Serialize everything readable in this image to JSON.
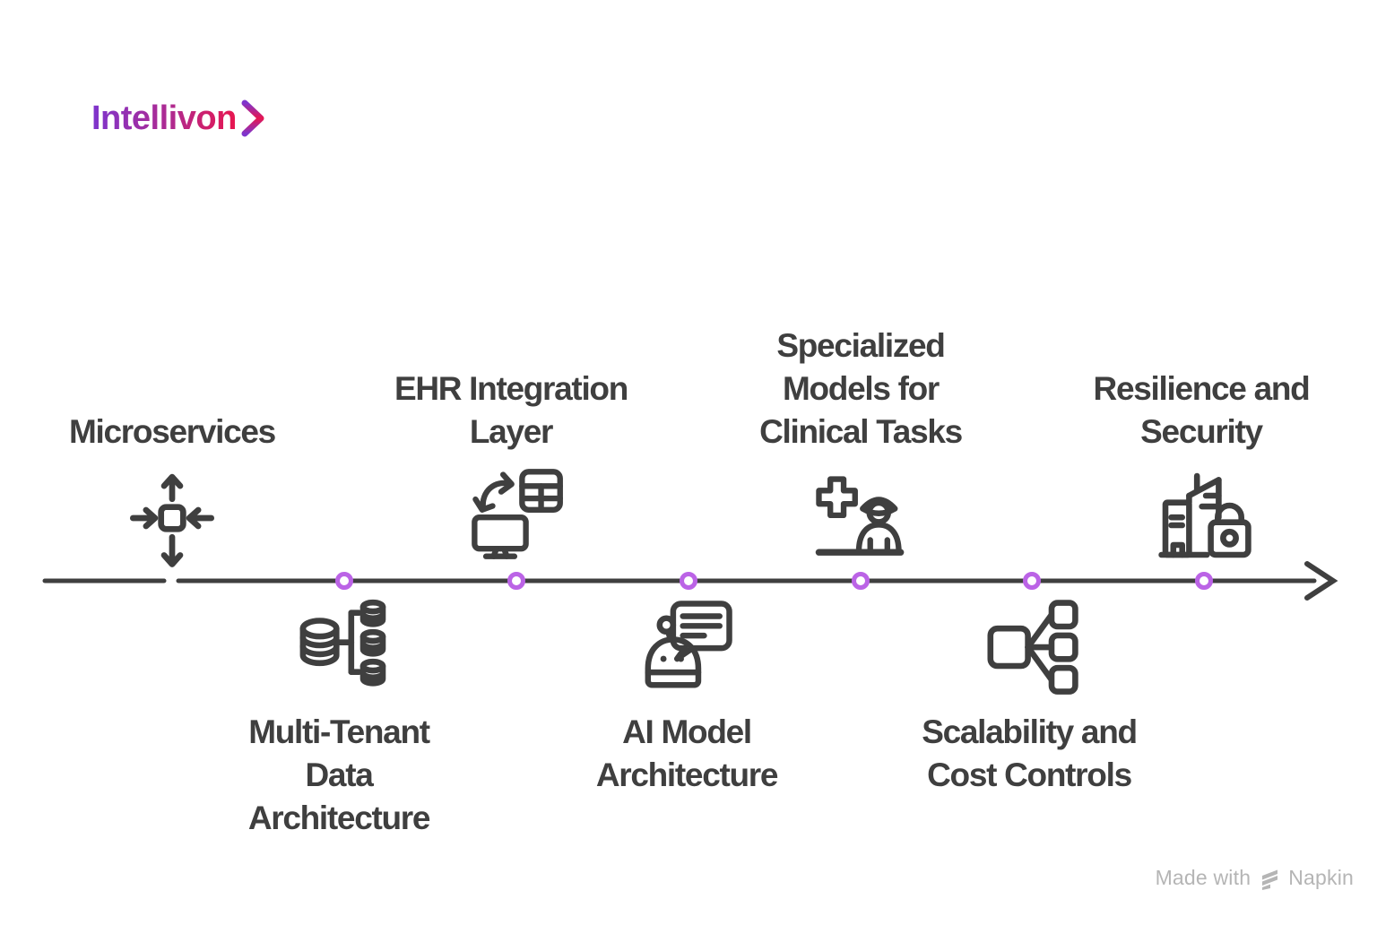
{
  "brand": {
    "name": "Intellivon",
    "gradient_start": "#7e35cd",
    "gradient_mid": "#e8164f",
    "gradient_end": "#7e35cd"
  },
  "colors": {
    "ink": "#3f3f3f",
    "dot_ring": "#bb63e6",
    "dot_fill": "#ffffff",
    "background": "#ffffff",
    "footer_gray": "#b5b5b5"
  },
  "timeline": {
    "items": [
      {
        "id": "microservices",
        "side": "top",
        "lines": [
          "Microservices"
        ],
        "icon": "scale-in-arrows-icon"
      },
      {
        "id": "multi-tenant-data-architecture",
        "side": "bottom",
        "lines": [
          "Multi-Tenant",
          "Data",
          "Architecture"
        ],
        "icon": "databases-icon"
      },
      {
        "id": "ehr-integration-layer",
        "side": "top",
        "lines": [
          "EHR Integration",
          "Layer"
        ],
        "icon": "monitor-sync-table-icon"
      },
      {
        "id": "ai-model-architecture",
        "side": "bottom",
        "lines": [
          "AI Model",
          "Architecture"
        ],
        "icon": "robot-chat-icon"
      },
      {
        "id": "specialized-models-for-clinical-tasks",
        "side": "top",
        "lines": [
          "Specialized",
          "Models for",
          "Clinical Tasks"
        ],
        "icon": "medical-cross-nurse-icon"
      },
      {
        "id": "scalability-and-cost-controls",
        "side": "bottom",
        "lines": [
          "Scalability and",
          "Cost Controls"
        ],
        "icon": "fan-out-nodes-icon"
      },
      {
        "id": "resilience-and-security",
        "side": "top",
        "lines": [
          "Resilience and",
          "Security"
        ],
        "icon": "building-lock-icon"
      }
    ]
  },
  "footer": {
    "made_with": "Made with",
    "brand": "Napkin"
  }
}
